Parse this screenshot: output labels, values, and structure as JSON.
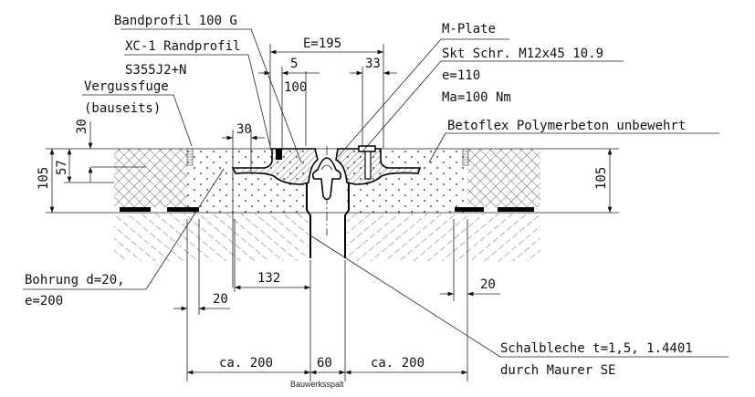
{
  "labels": {
    "bandprofil": "Bandprofil 100 G",
    "xc1": "XC-1 Randprofil",
    "steel": "S355J2+N",
    "verguss": "Vergussfuge",
    "bauseits": "(bauseits)",
    "mplate": "M-Plate",
    "screw": "Skt Schr. M12x45 10.9",
    "e110": "e=110",
    "ma": "Ma=100 Nm",
    "betoflex": "Betoflex Polymerbeton unbewehrt",
    "bohrung": "Bohrung d=20,",
    "e200": "e=200",
    "schalbleche": "Schalbleche t=1,5, 1.4401",
    "maurer": "durch Maurer SE",
    "bauwerksspalt": "Bauwerksspalt"
  },
  "dimensions": {
    "e195": "E=195",
    "d5": "5",
    "d33": "33",
    "d100": "100",
    "d30_top": "30",
    "d30_vert": "30",
    "d57": "57",
    "d105_left": "105",
    "d105_right": "105",
    "d132": "132",
    "d20_left": "20",
    "d20_right": "20",
    "ca200_left": "ca. 200",
    "d60": "60",
    "ca200_right": "ca. 200"
  }
}
